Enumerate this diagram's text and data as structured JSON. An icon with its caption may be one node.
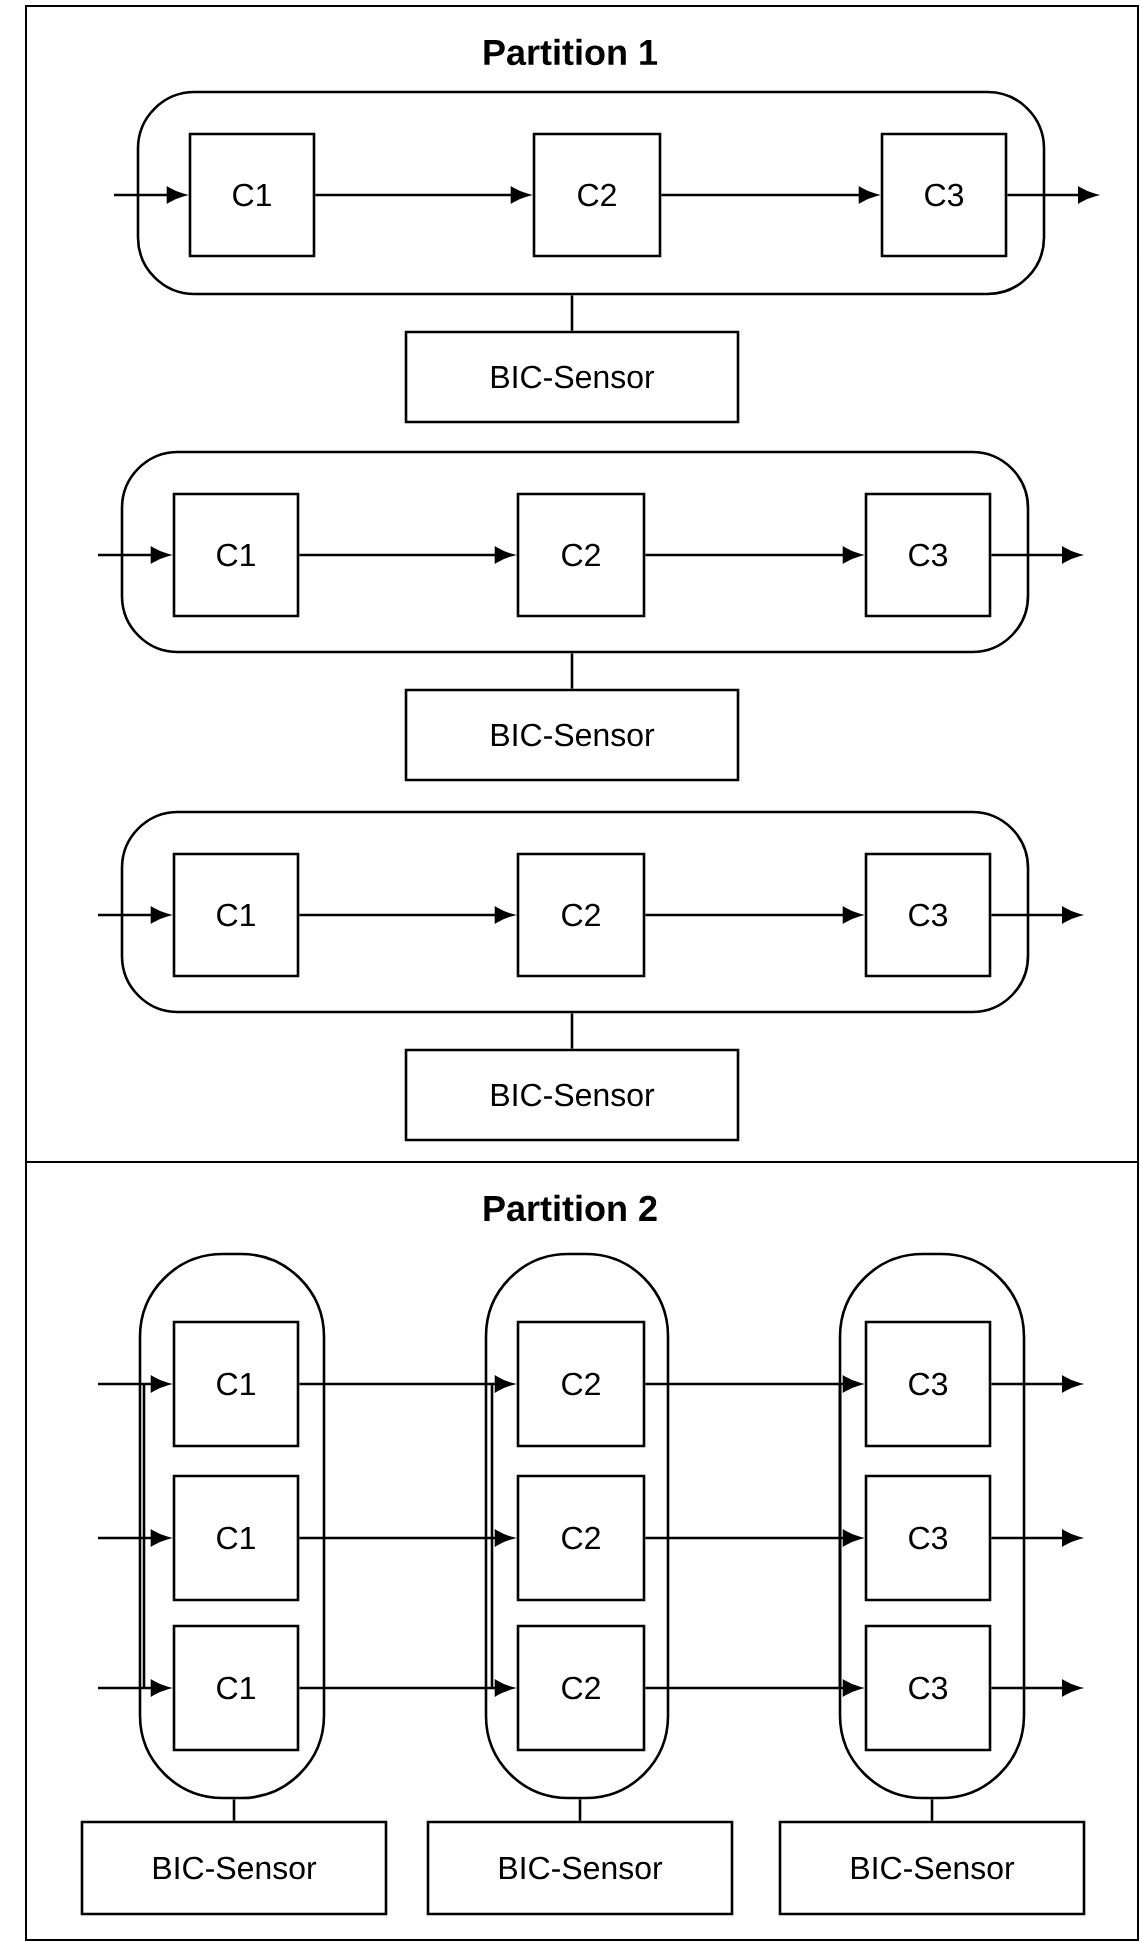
{
  "diagram": {
    "nodes": [
      {
        "text": [
          "Partition 1"
        ]
      },
      {
        "text": [],
        "shape": "box",
        "in": 0
      },
      {
        "text": [
          "C1"
        ],
        "in": 1
      },
      {
        "text": [
          "C2"
        ],
        "in": 1
      },
      {
        "text": [
          "C3"
        ],
        "in": 1
      },
      {
        "text": [
          "BIC-Sensor"
        ],
        "in": 0
      },
      {
        "text": [],
        "shape": "box",
        "in": 0
      },
      {
        "text": [
          "C1"
        ],
        "in": 6
      },
      {
        "text": [
          "C2"
        ],
        "in": 6
      },
      {
        "text": [
          "C3"
        ],
        "in": 6
      },
      {
        "text": [
          "BIC-Sensor"
        ],
        "in": 0
      },
      {
        "text": [],
        "shape": "box",
        "in": 0
      },
      {
        "text": [
          "C1"
        ],
        "in": 11
      },
      {
        "text": [
          "C2"
        ],
        "in": 11
      },
      {
        "text": [
          "C3"
        ],
        "in": 11
      },
      {
        "text": [
          "BIC-Sensor"
        ],
        "in": 0
      },
      {
        "text": [
          "Partition 2"
        ]
      },
      {
        "text": [],
        "shape": "box",
        "in": 16
      },
      {
        "text": [
          "C1"
        ],
        "in": 17
      },
      {
        "text": [
          "C1"
        ],
        "in": 17
      },
      {
        "text": [
          "C1"
        ],
        "in": 17
      },
      {
        "text": [],
        "shape": "box",
        "in": 16
      },
      {
        "text": [
          "C2"
        ],
        "in": 21
      },
      {
        "text": [
          "C2"
        ],
        "in": 21
      },
      {
        "text": [
          "C2"
        ],
        "in": 21
      },
      {
        "text": [],
        "shape": "box",
        "in": 16
      },
      {
        "text": [
          "C3"
        ],
        "in": 25
      },
      {
        "text": [
          "C3"
        ],
        "in": 25
      },
      {
        "text": [
          "C3"
        ],
        "in": 25
      },
      {
        "text": [
          "BIC-Sensor"
        ],
        "in": 16
      },
      {
        "text": [
          "BIC-Sensor"
        ],
        "in": 16
      },
      {
        "text": [
          "BIC-Sensor"
        ],
        "in": 16
      },
      {
        "text": [],
        "shape": "bar",
        "in": 17
      },
      {
        "text": [],
        "shape": "bar",
        "in": 21
      },
      {
        "text": [],
        "shape": "bar",
        "in": 25
      }
    ],
    "edges": [
      {
        "from": null,
        "to": 2,
        "arrow": "to"
      },
      {
        "from": 2,
        "to": 3,
        "arrow": "to"
      },
      {
        "from": 3,
        "to": 4,
        "arrow": "to"
      },
      {
        "from": 4,
        "to": null,
        "arrow": "to"
      },
      {
        "from": 1,
        "to": 5,
        "arrow": "none"
      },
      {
        "from": null,
        "to": 7,
        "arrow": "to"
      },
      {
        "from": 7,
        "to": 8,
        "arrow": "to"
      },
      {
        "from": 8,
        "to": 9,
        "arrow": "to"
      },
      {
        "from": 9,
        "to": null,
        "arrow": "to"
      },
      {
        "from": 6,
        "to": 10,
        "arrow": "none"
      },
      {
        "from": null,
        "to": 12,
        "arrow": "to"
      },
      {
        "from": 12,
        "to": 13,
        "arrow": "to"
      },
      {
        "from": 13,
        "to": 14,
        "arrow": "to"
      },
      {
        "from": 14,
        "to": null,
        "arrow": "to"
      },
      {
        "from": 11,
        "to": 15,
        "arrow": "none"
      },
      {
        "from": null,
        "to": 18,
        "arrow": "to"
      },
      {
        "from": 18,
        "to": 22,
        "arrow": "to"
      },
      {
        "from": 22,
        "to": 26,
        "arrow": "to"
      },
      {
        "from": 26,
        "to": null,
        "arrow": "to"
      },
      {
        "from": null,
        "to": 19,
        "arrow": "to"
      },
      {
        "from": 19,
        "to": 23,
        "arrow": "to"
      },
      {
        "from": 23,
        "to": 27,
        "arrow": "to"
      },
      {
        "from": 27,
        "to": null,
        "arrow": "to"
      },
      {
        "from": null,
        "to": 20,
        "arrow": "to"
      },
      {
        "from": 20,
        "to": 24,
        "arrow": "to"
      },
      {
        "from": 24,
        "to": 28,
        "arrow": "to"
      },
      {
        "from": 28,
        "to": null,
        "arrow": "to"
      },
      {
        "from": 17,
        "to": 29,
        "arrow": "none"
      },
      {
        "from": 21,
        "to": 30,
        "arrow": "none"
      },
      {
        "from": 25,
        "to": 31,
        "arrow": "none"
      }
    ]
  }
}
